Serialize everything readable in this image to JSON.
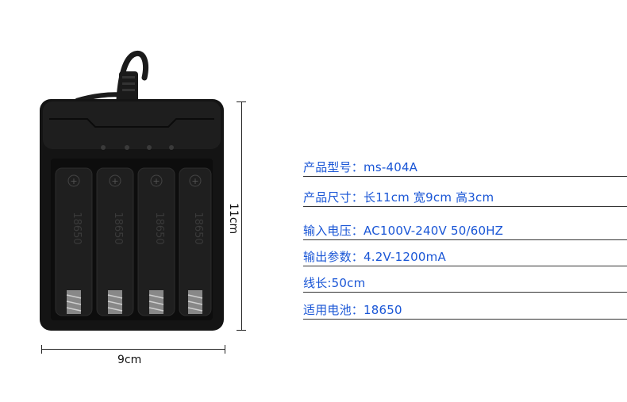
{
  "dimensions": {
    "width_label": "9cm",
    "height_label": "11cm"
  },
  "charger": {
    "slot_labels": [
      "18650",
      "18650",
      "18650",
      "18650"
    ],
    "slot_count": 4
  },
  "specs": [
    {
      "label": "产品型号：",
      "value": "ms-404A"
    },
    {
      "label": "产品尺寸：",
      "value": "长11cm  宽9cm  高3cm"
    },
    {
      "label": "输入电压：",
      "value": "AC100V-240V 50/60HZ"
    },
    {
      "label": "输出参数：",
      "value": "4.2V-1200mA"
    },
    {
      "label": "线长:",
      "value": "50cm"
    },
    {
      "label": "适用电池：",
      "value": "18650"
    }
  ],
  "colors": {
    "spec_text": "#1a56d6",
    "charger_body": "#141414",
    "rule": "#333333"
  }
}
